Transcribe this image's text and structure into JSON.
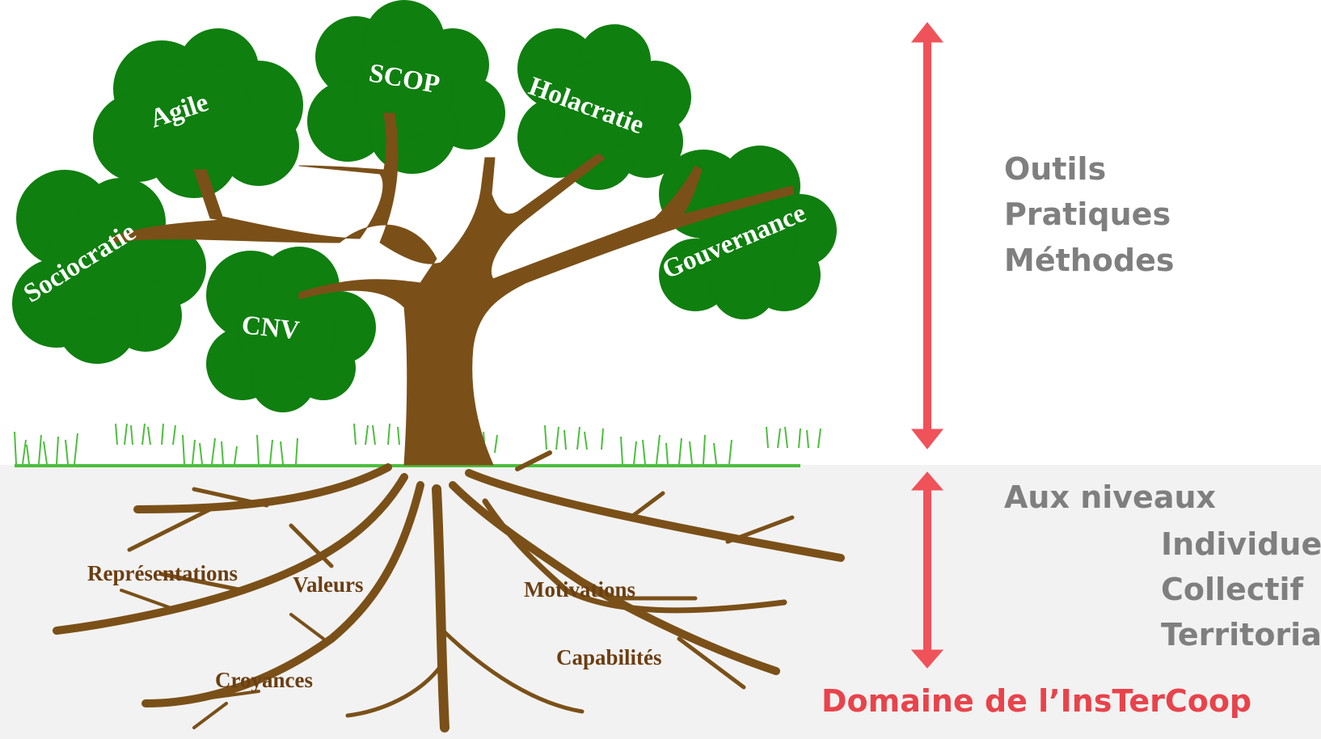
{
  "canopy_labels": {
    "agile": "Agile",
    "scop": "SCOP",
    "holacratie": "Holacratie",
    "sociocratie": "Sociocratie",
    "cnv": "CNV",
    "gouvernance": "Gouvernance"
  },
  "root_labels": {
    "representations": "Représentations",
    "valeurs": "Valeurs",
    "motivations": "Motivations",
    "capabilites": "Capabilités",
    "croyances": "Croyances"
  },
  "side_top": {
    "line1": "Outils",
    "line2": "Pratiques",
    "line3": "Méthodes"
  },
  "side_bottom": {
    "heading": "Aux niveaux",
    "level1": "Individuel",
    "level2": "Collectif",
    "level3": "Territorial"
  },
  "domain_title": "Domaine de l’InsTerCoop",
  "colors": {
    "leaf": "#0f7f0f",
    "trunk": "#7a5018",
    "root_text": "#6b3e12",
    "arrow": "#f0525a",
    "domain": "#e8434b",
    "ground": "#f2f2f2",
    "grass": "#4bbf3c"
  }
}
